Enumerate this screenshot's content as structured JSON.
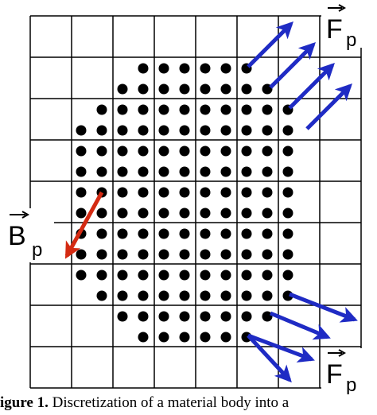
{
  "figure": {
    "grid": {
      "rows": 9,
      "cols": 8
    },
    "labels": {
      "force_top": "F",
      "force_top_sub": "p",
      "force_bottom": "F",
      "force_bottom_sub": "p",
      "boundary": "B",
      "boundary_sub": "p"
    },
    "colors": {
      "grid_line": "#000000",
      "dot": "#000000",
      "force_arrow": "#1f2bc4",
      "boundary_arrow": "#d42a12"
    },
    "dot_rows": [
      [
        6,
        11
      ],
      [
        5,
        12
      ],
      [
        4,
        13
      ],
      [
        3,
        13
      ],
      [
        3,
        13
      ],
      [
        3,
        13
      ],
      [
        3,
        13
      ],
      [
        3,
        13
      ],
      [
        3,
        13
      ],
      [
        3,
        13
      ],
      [
        3,
        13
      ],
      [
        4,
        13
      ],
      [
        5,
        12
      ],
      [
        6,
        11
      ]
    ]
  },
  "caption": {
    "label": "igure 1.",
    "text": "  Discretization of a material body into a"
  }
}
